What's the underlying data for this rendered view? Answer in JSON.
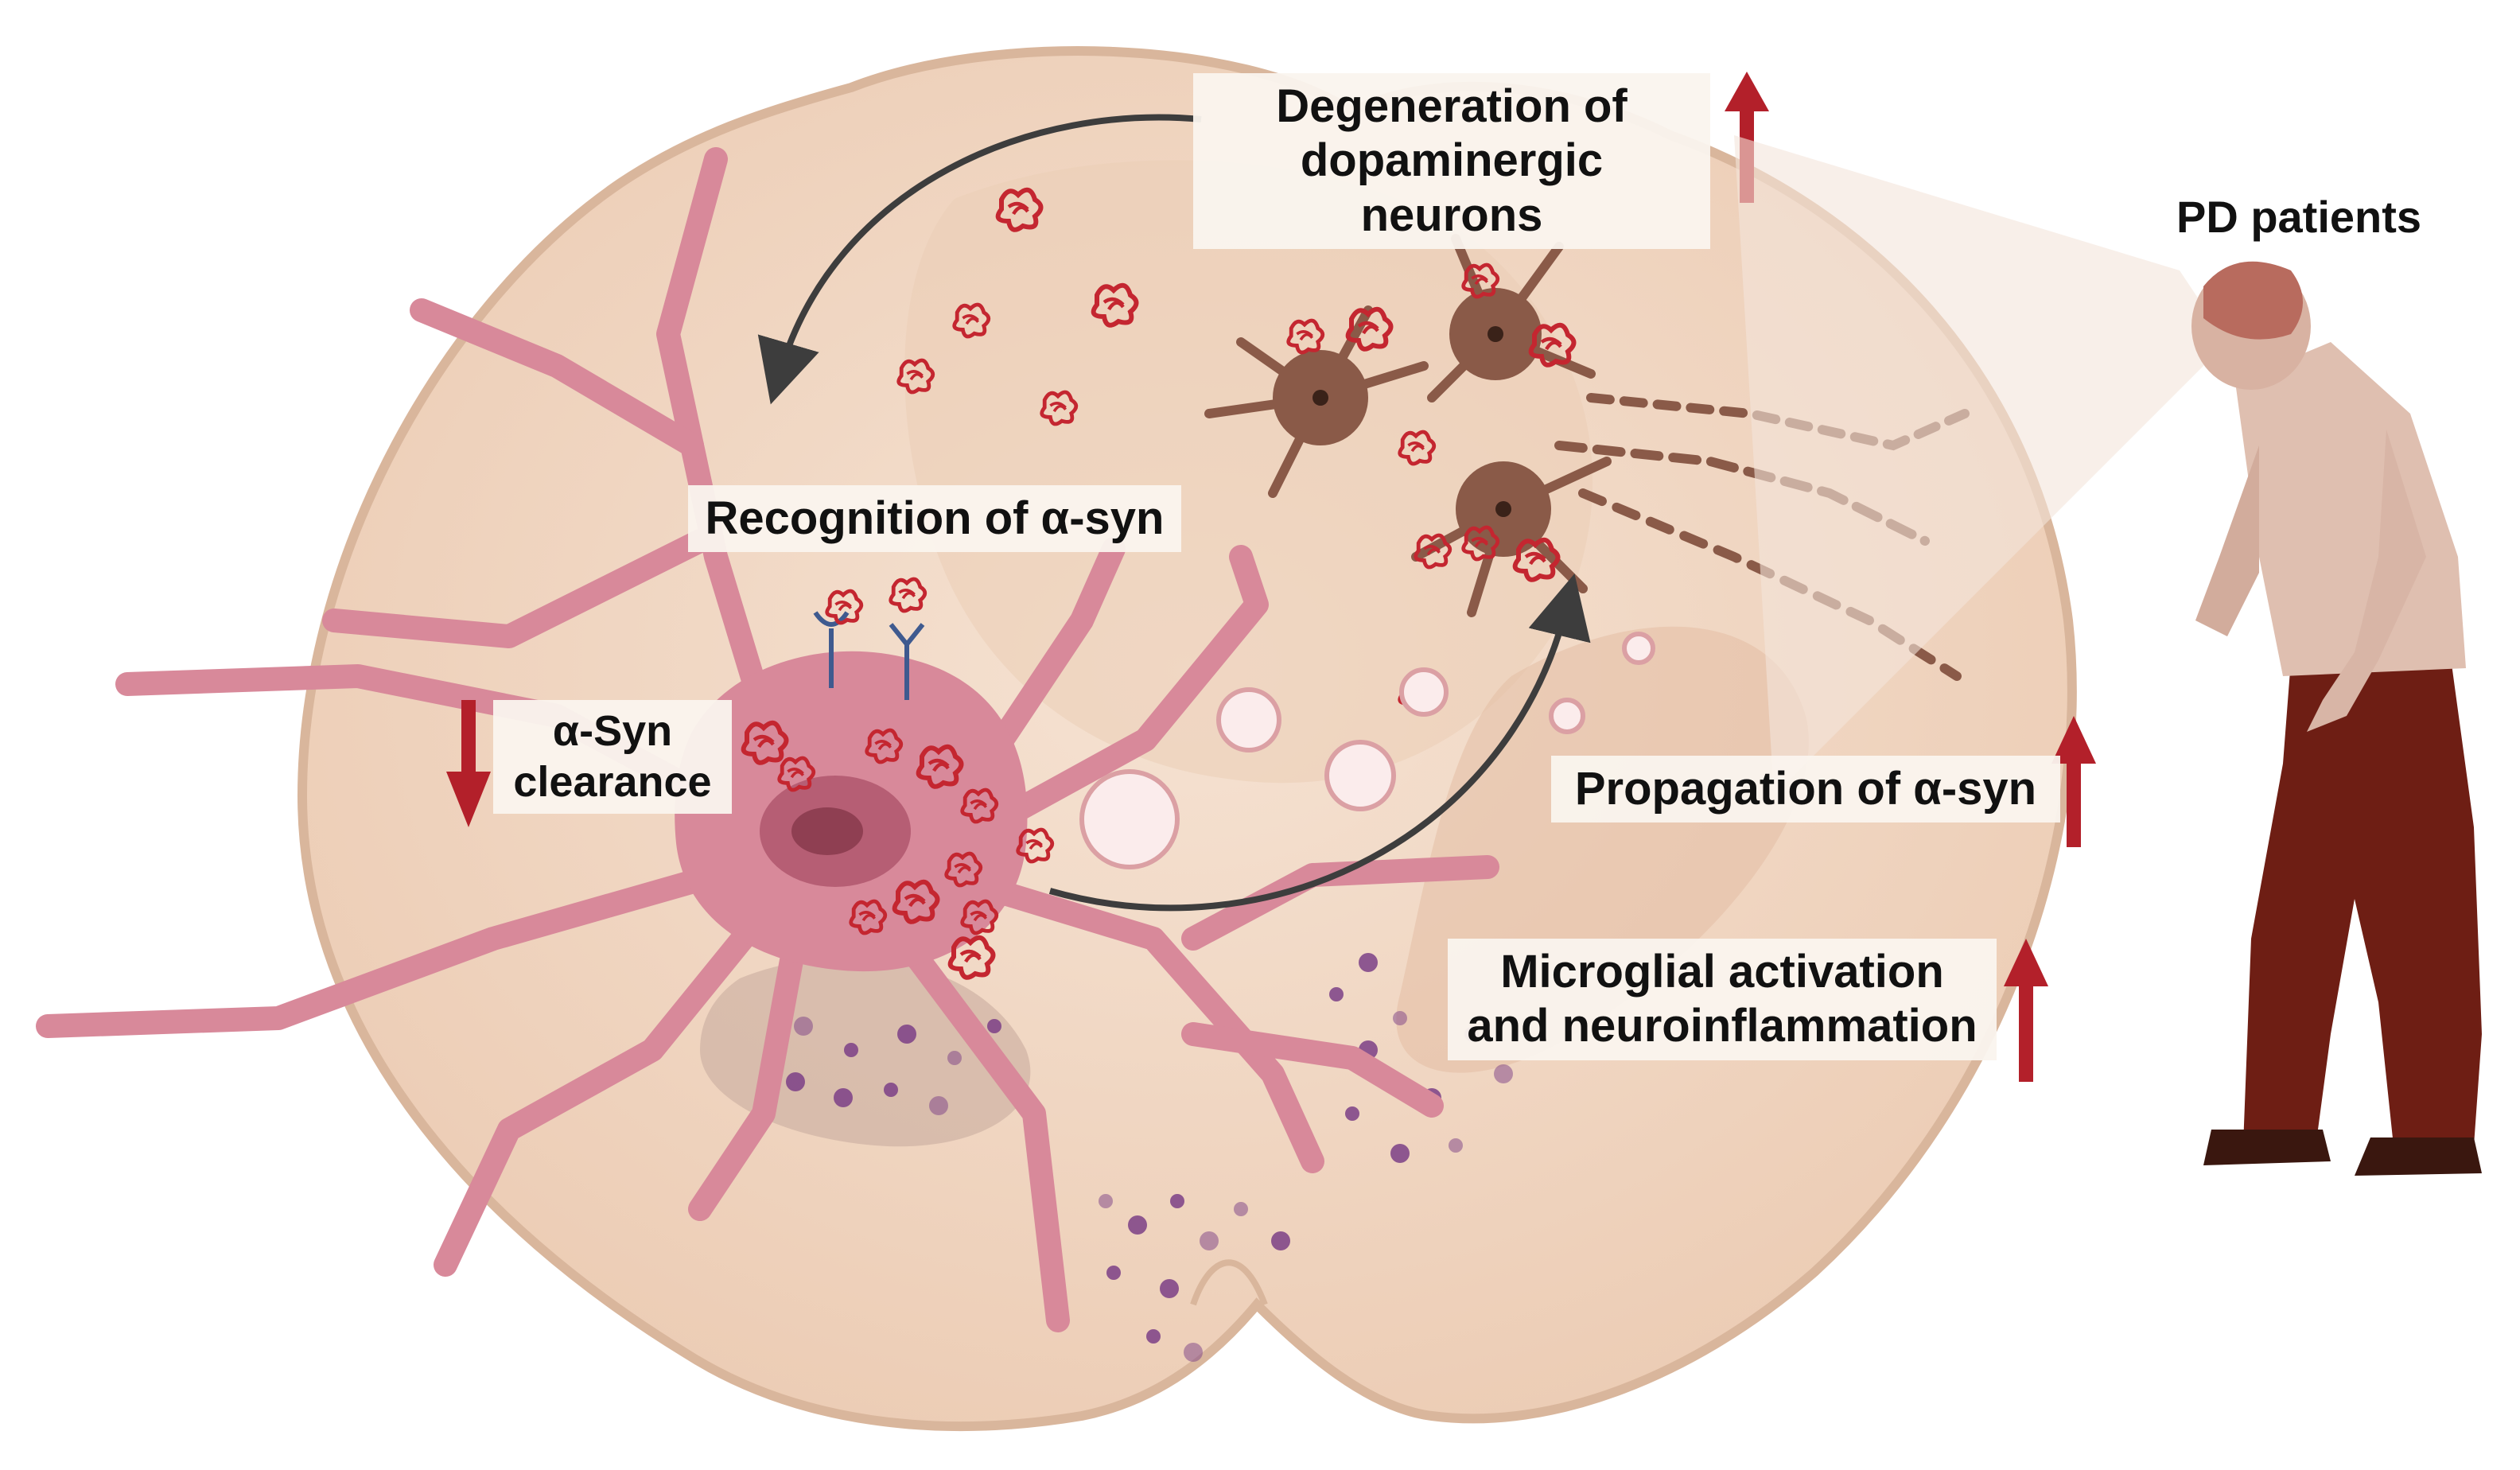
{
  "labels": {
    "degeneration_line1": "Degeneration of",
    "degeneration_line2": "dopaminergic neurons",
    "pd_patients": "PD patients",
    "recognition": "Recognition of α-syn",
    "clearance_line1": "α-Syn",
    "clearance_line2": "clearance",
    "propagation": "Propagation of α-syn",
    "microglial_line1": "Microglial activation",
    "microglial_line2": "and neuroinflammation"
  },
  "colors": {
    "brain_fill": "#f1d9c6",
    "brain_outline": "#d9b69c",
    "microglia": "#d8899a",
    "microglia_nucleus": "#b65e74",
    "dopaminergic_neuron": "#8a5a48",
    "alpha_syn": "#c42630",
    "arrow_up_down": "#b3202a",
    "cycle_arrow": "#3d3d3d",
    "purple_particles": "#7b3f86",
    "patient_shirt": "#dfbfb0",
    "patient_pants": "#6e1e14"
  },
  "icons": {
    "microglia": "microglia-cell-icon",
    "neuron": "dopaminergic-neuron-icon",
    "patient": "pd-patient-icon",
    "receptor": "receptor-icon",
    "vesicle": "vesicle-icon"
  }
}
